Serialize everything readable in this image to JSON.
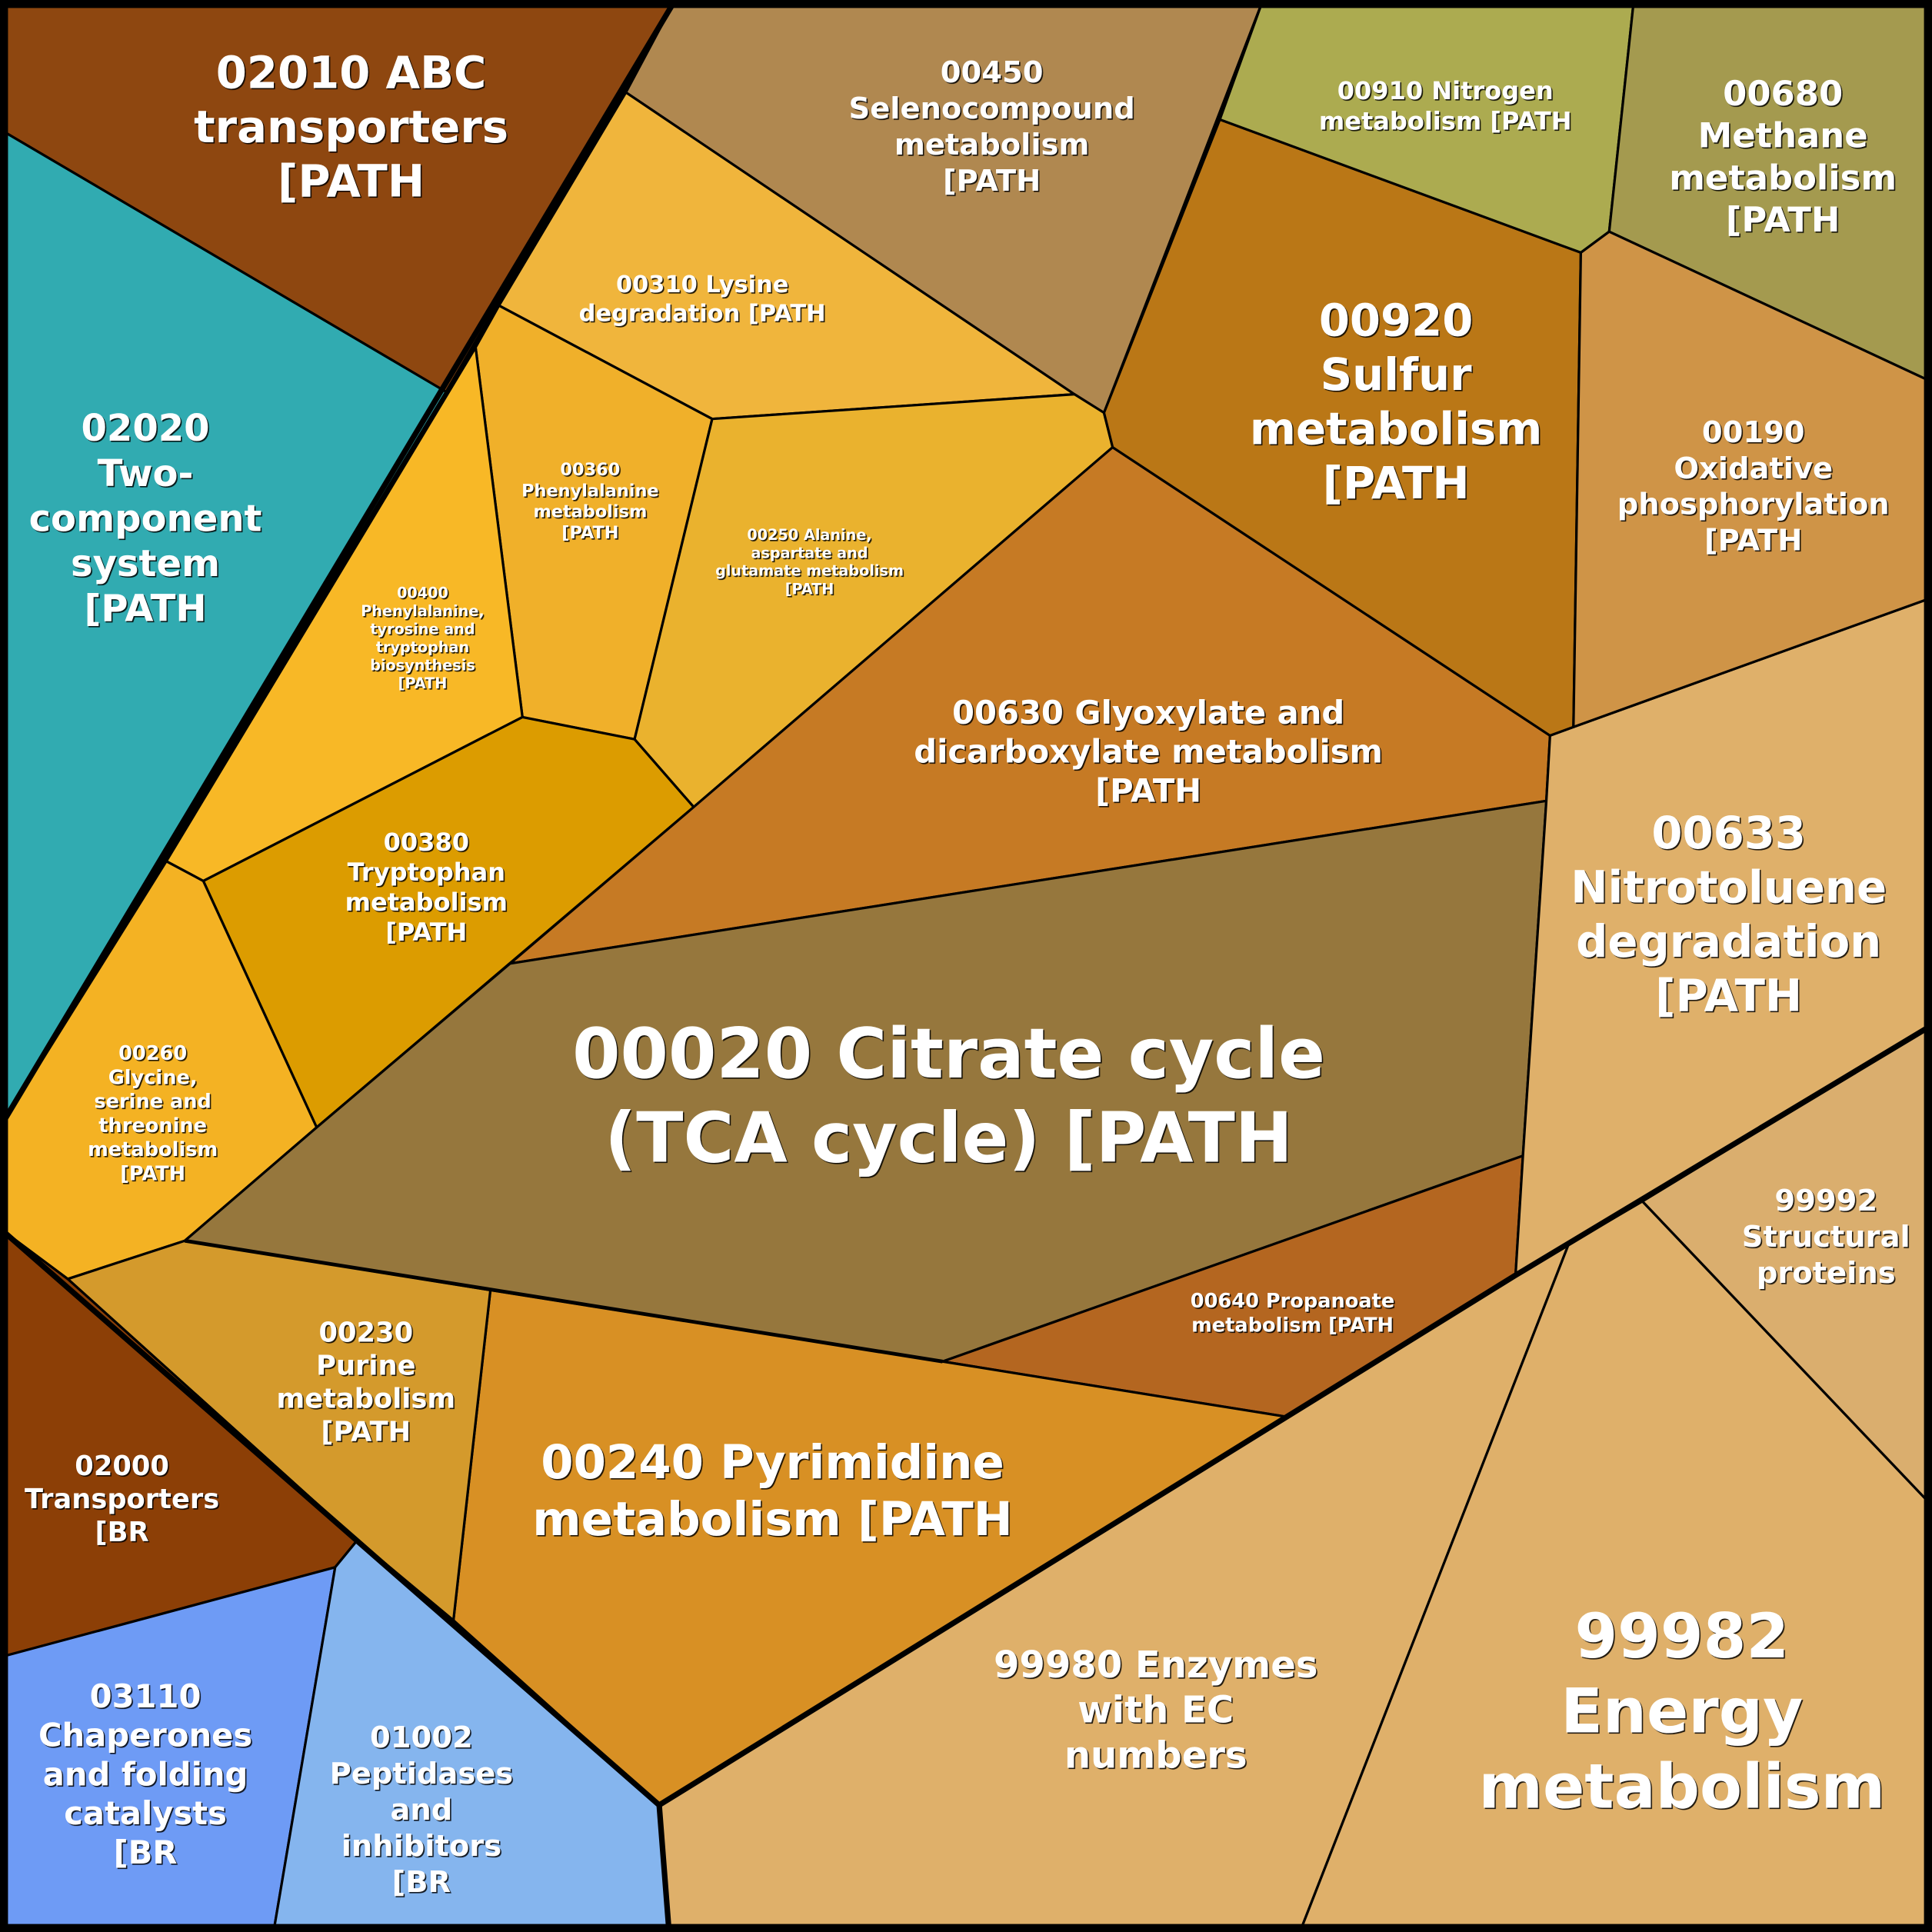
{
  "title": "Voronoi treemap of KEGG pathways",
  "cells": [
    {
      "id": "02010",
      "color": "#8E4710",
      "lines": [
        "02010 ABC",
        "transporters",
        "[PATH"
      ]
    },
    {
      "id": "02020",
      "color": "#31ABB1",
      "lines": [
        "02020",
        "Two-",
        "component",
        "system",
        "[PATH"
      ]
    },
    {
      "id": "00450",
      "color": "#B08850",
      "lines": [
        "00450",
        "Selenocompound",
        "metabolism",
        "[PATH"
      ]
    },
    {
      "id": "00310",
      "color": "#F0B53C",
      "lines": [
        "00310 Lysine",
        "degradation [PATH"
      ]
    },
    {
      "id": "00360",
      "color": "#F0B02A",
      "lines": [
        "00360",
        "Phenylalanine",
        "metabolism",
        "[PATH"
      ]
    },
    {
      "id": "00400",
      "color": "#F8B826",
      "lines": [
        "00400",
        "Phenylalanine,",
        "tyrosine and",
        "tryptophan",
        "biosynthesis",
        "[PATH"
      ]
    },
    {
      "id": "00250",
      "color": "#EAB22E",
      "lines": [
        "00250 Alanine,",
        "aspartate and",
        "glutamate metabolism",
        "[PATH"
      ]
    },
    {
      "id": "00380",
      "color": "#DC9C00",
      "lines": [
        "00380",
        "Tryptophan",
        "metabolism",
        "[PATH"
      ]
    },
    {
      "id": "00260",
      "color": "#F4B223",
      "lines": [
        "00260",
        "Glycine,",
        "serine and",
        "threonine",
        "metabolism",
        "[PATH"
      ]
    },
    {
      "id": "00630",
      "color": "#C67A24",
      "lines": [
        "00630 Glyoxylate and",
        "dicarboxylate metabolism",
        "[PATH"
      ]
    },
    {
      "id": "00020",
      "color": "#96773D",
      "lines": [
        "00020 Citrate cycle",
        "(TCA cycle) [PATH"
      ]
    },
    {
      "id": "00640",
      "color": "#B46620",
      "lines": [
        "00640 Propanoate",
        "metabolism [PATH"
      ]
    },
    {
      "id": "00240",
      "color": "#D89024",
      "lines": [
        "00240 Pyrimidine",
        "metabolism [PATH"
      ]
    },
    {
      "id": "00230",
      "color": "#D49A2C",
      "lines": [
        "00230",
        "Purine",
        "metabolism",
        "[PATH"
      ]
    },
    {
      "id": "02000",
      "color": "#8C3F06",
      "lines": [
        "02000",
        "Transporters",
        "[BR"
      ]
    },
    {
      "id": "03110",
      "color": "#6E9BF5",
      "lines": [
        "03110",
        "Chaperones",
        "and folding",
        "catalysts",
        "[BR"
      ]
    },
    {
      "id": "01002",
      "color": "#85B5EE",
      "lines": [
        "01002",
        "Peptidases",
        "and",
        "inhibitors",
        "[BR"
      ]
    },
    {
      "id": "99980",
      "color": "#DFB06A",
      "lines": [
        "99980 Enzymes",
        "with EC",
        "numbers"
      ]
    },
    {
      "id": "99982",
      "color": "#DFB06A",
      "lines": [
        "99982",
        "Energy",
        "metabolism"
      ]
    },
    {
      "id": "99992",
      "color": "#DAAE6E",
      "lines": [
        "99992",
        "Structural",
        "proteins"
      ]
    },
    {
      "id": "00633",
      "color": "#DFB06A",
      "lines": [
        "00633",
        "Nitrotoluene",
        "degradation",
        "[PATH"
      ]
    },
    {
      "id": "00920",
      "color": "#BA7716",
      "lines": [
        "00920",
        "Sulfur",
        "metabolism",
        "[PATH"
      ]
    },
    {
      "id": "00910",
      "color": "#ACAB50",
      "lines": [
        "00910 Nitrogen",
        "metabolism [PATH"
      ]
    },
    {
      "id": "00680",
      "color": "#A49A4F",
      "lines": [
        "00680",
        "Methane",
        "metabolism",
        "[PATH"
      ]
    },
    {
      "id": "00190",
      "color": "#CF9447",
      "lines": [
        "00190",
        "Oxidative",
        "phosphorylation",
        "[PATH"
      ]
    }
  ]
}
